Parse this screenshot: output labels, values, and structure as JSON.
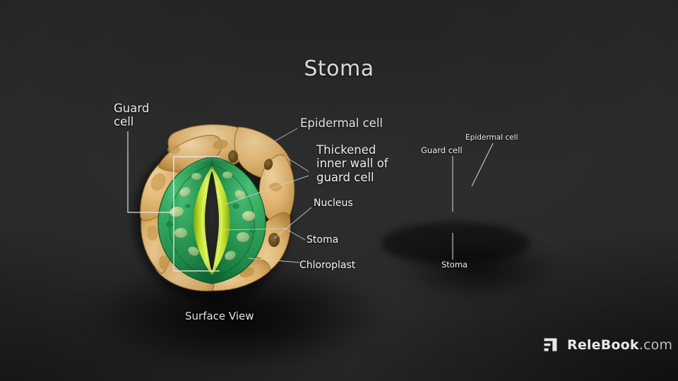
{
  "meta": {
    "background_color": "#272727",
    "text_color": "#f4f4f4"
  },
  "header": {
    "title": "Stoma"
  },
  "palette": {
    "epidermal_cell": "#e2b878",
    "epidermal_cell_shadow": "#b98c45",
    "guard_cell_green": "#2a9e55",
    "guard_cell_dark": "#177a3c",
    "inner_wall_lime": "#b9d824",
    "inner_wall_lime_dark": "#8fb516",
    "chloroplast": "#b9cf8e",
    "nucleus_red": "#d8101f",
    "pore_dark": "#1d1d1d",
    "leader_line": "#b9b9b9",
    "bracket_line": "#f0f0f0"
  },
  "surface_view": {
    "caption": "Surface View",
    "labels": [
      {
        "id": "guard-cell",
        "text": "Guard\ncell",
        "size": "lg"
      },
      {
        "id": "epidermal-cell",
        "text": "Epidermal cell",
        "size": "lg"
      },
      {
        "id": "thickened-inner-wall",
        "text": "Thickened\ninner wall of\nguard cell",
        "size": "lg"
      },
      {
        "id": "nucleus",
        "text": "Nucleus",
        "size": "md"
      },
      {
        "id": "stoma",
        "text": "Stoma",
        "size": "md"
      },
      {
        "id": "chloroplast",
        "text": "Chloroplast",
        "size": "md"
      }
    ]
  },
  "section_view": {
    "labels": [
      {
        "id": "epidermal-cell",
        "text": "Epidermal cell",
        "size": "sm"
      },
      {
        "id": "guard-cell",
        "text": "Guard cell",
        "size": "xs"
      },
      {
        "id": "stoma",
        "text": "Stoma",
        "size": "xs"
      }
    ]
  },
  "watermark": {
    "brand": "ReleBook",
    "tld": ".com",
    "logo": "relebook-r-logo"
  }
}
